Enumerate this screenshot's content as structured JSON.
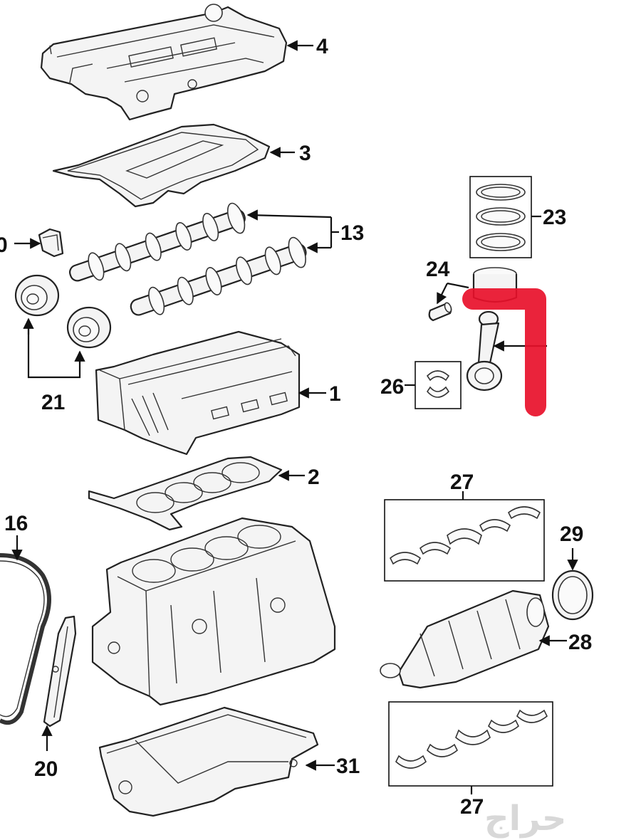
{
  "callouts": {
    "c1": "1",
    "c2": "2",
    "c3": "3",
    "c4": "4",
    "c13": "13",
    "c16": "16",
    "c20_left": "0",
    "c20": "20",
    "c21": "21",
    "c23": "23",
    "c24": "24",
    "c26": "26",
    "c27_top": "27",
    "c27_bottom": "27",
    "c28": "28",
    "c29": "29",
    "c31": "31"
  },
  "watermark": {
    "text": "حراج"
  },
  "colors": {
    "highlight": "#e8102a",
    "line": "#111111"
  }
}
